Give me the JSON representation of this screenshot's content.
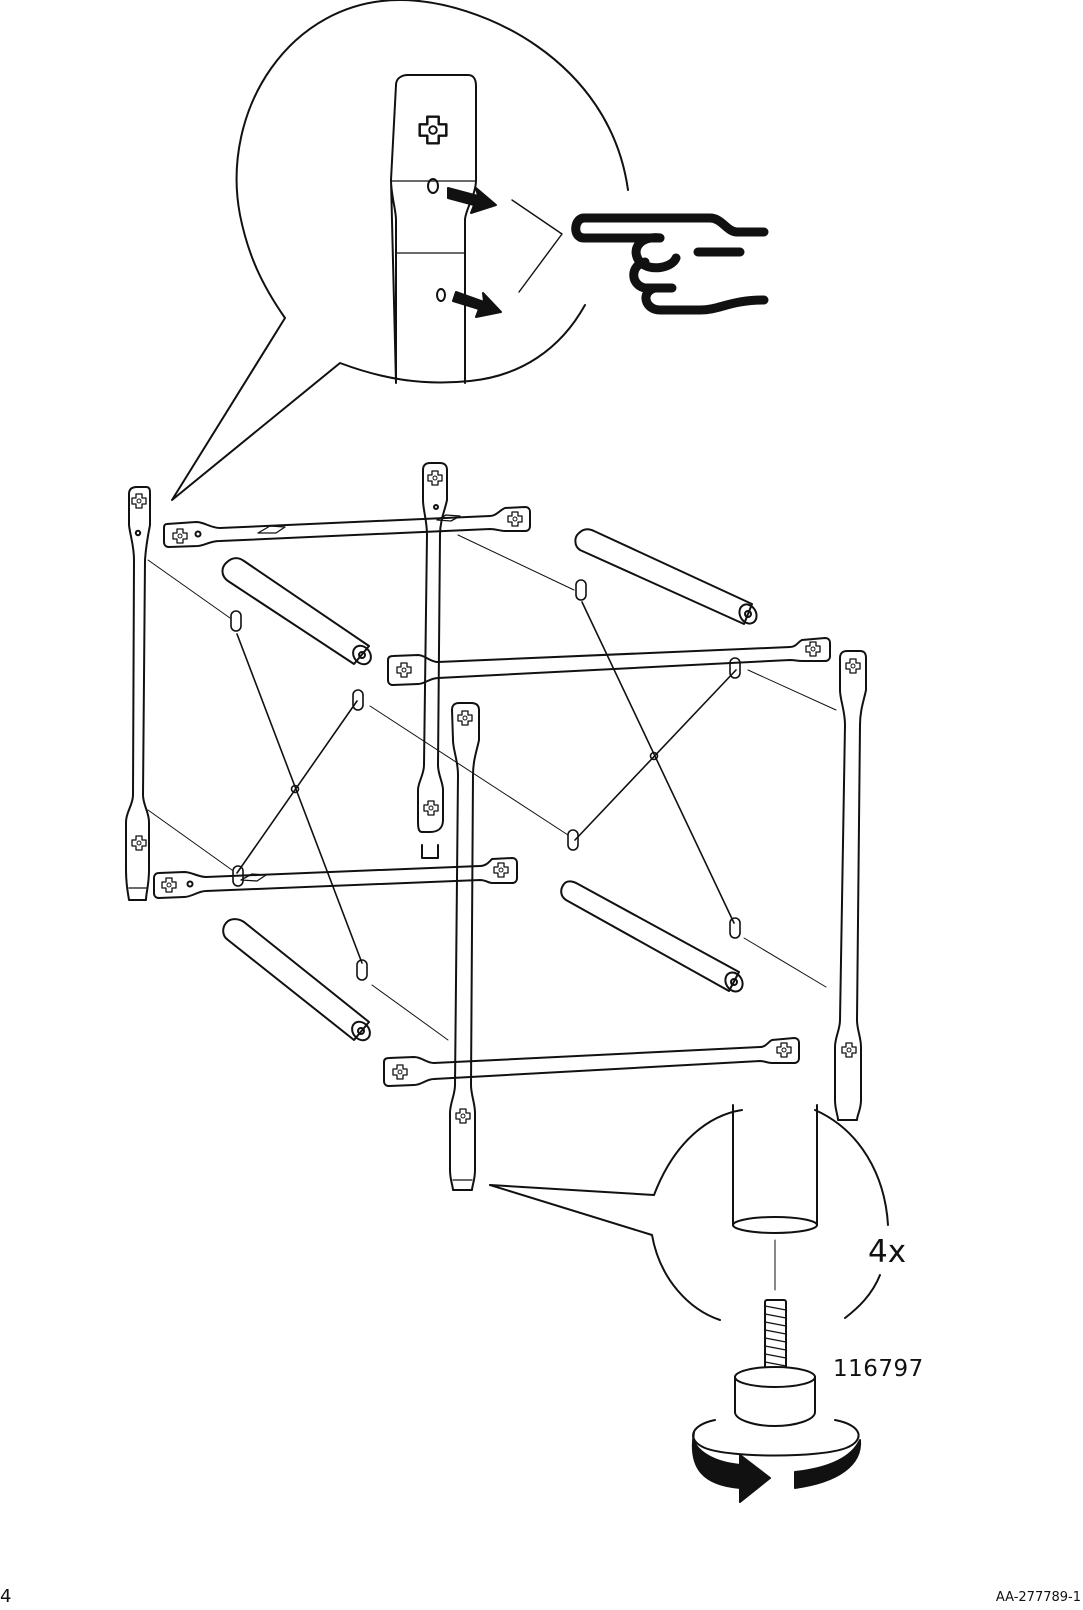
{
  "step": {
    "quantity_label": "4x",
    "part_number": "116797"
  },
  "footer": {
    "page_number": "4",
    "document_id": "AA-277789-1"
  },
  "icons": [
    "pointing-hand-icon",
    "rotation-arrow-icon",
    "arrow-icon"
  ],
  "colors": {
    "ink": "#111111",
    "paper": "#ffffff"
  }
}
